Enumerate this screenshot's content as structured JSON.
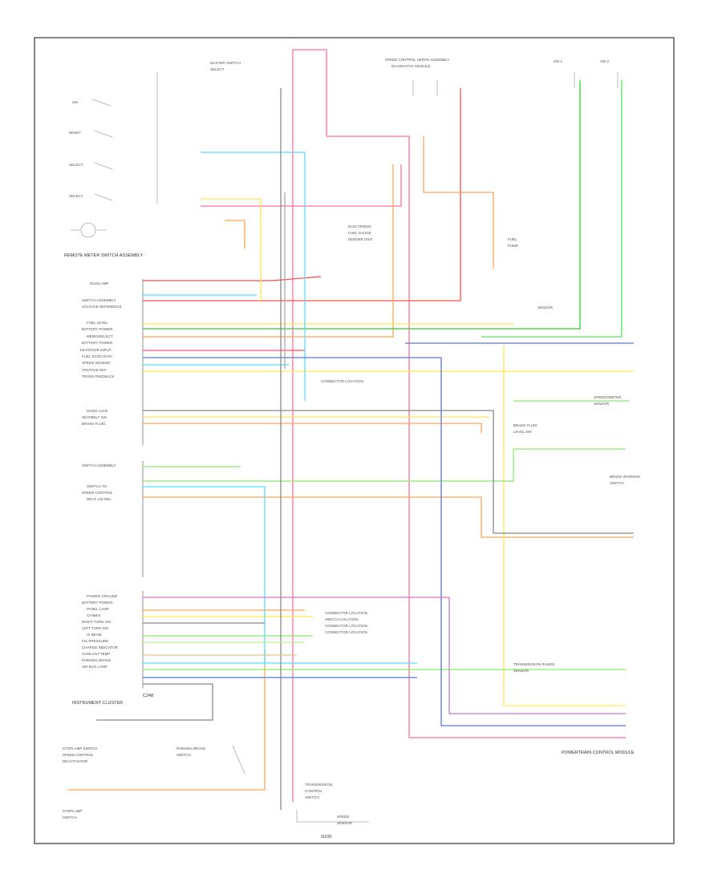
{
  "colors": {
    "frame": "#555555",
    "pink": "#ff6f9a",
    "red": "#ff4d4d",
    "orange": "#ffa64d",
    "yellow": "#ffe94d",
    "green": "#33cc33",
    "lightgreen": "#88ee66",
    "cyan": "#55ddff",
    "blue": "#5577dd",
    "gray": "#999999",
    "black": "#555555"
  },
  "labels": {
    "cluster_left": "INSTRUMENT CLUSTER",
    "module_left": "REMOTE METER SWITCH ASSEMBLY",
    "module_bottom_right": "POWERTRAIN CONTROL MODULE",
    "ground": "G100",
    "connector_c248": "C248"
  }
}
